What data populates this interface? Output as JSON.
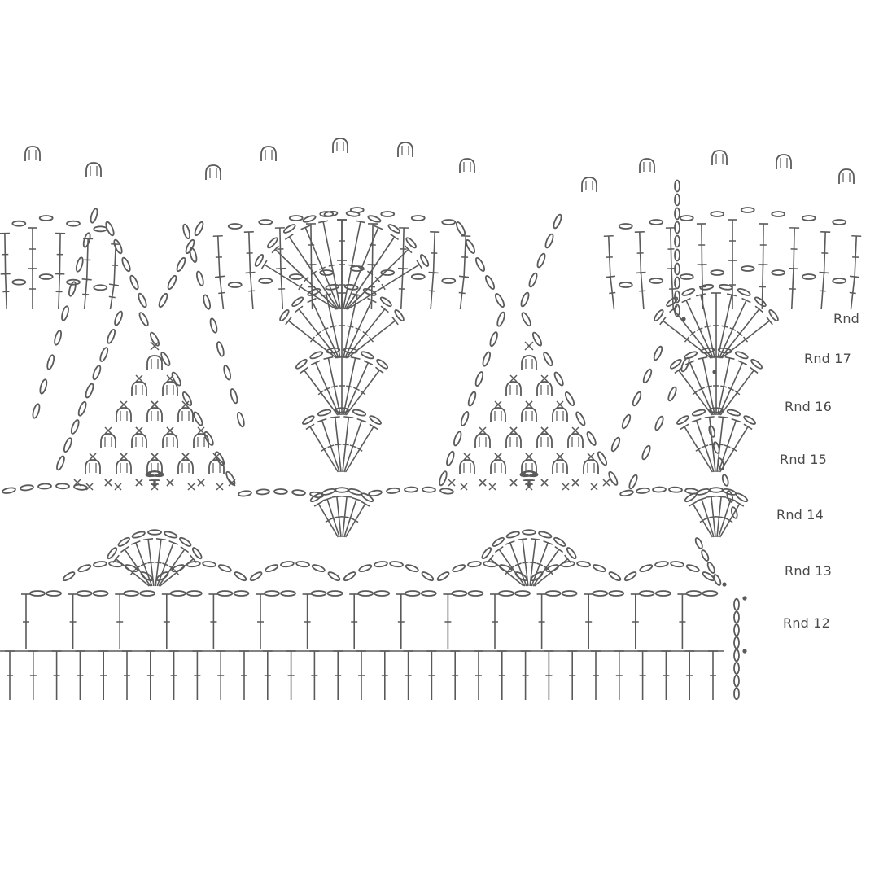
{
  "diagram": {
    "round_labels": [
      {
        "id": "rnd-18",
        "text": "Rnd"
      },
      {
        "id": "rnd-17",
        "text": "Rnd 17"
      },
      {
        "id": "rnd-16",
        "text": "Rnd 16"
      },
      {
        "id": "rnd-15",
        "text": "Rnd 15"
      },
      {
        "id": "rnd-14",
        "text": "Rnd 14"
      },
      {
        "id": "rnd-13",
        "text": "Rnd 13"
      },
      {
        "id": "rnd-12",
        "text": "Rnd 12"
      }
    ],
    "symbols": {
      "chain": "chain-stitch-oval",
      "double_crochet": "tall-stitch-with-crossbar",
      "single_crochet": "x-stitch",
      "picot": "picot-loop",
      "slip_stitch": "dot"
    },
    "ink_color": "#5a5a5a",
    "background_color": "#ffffff"
  }
}
